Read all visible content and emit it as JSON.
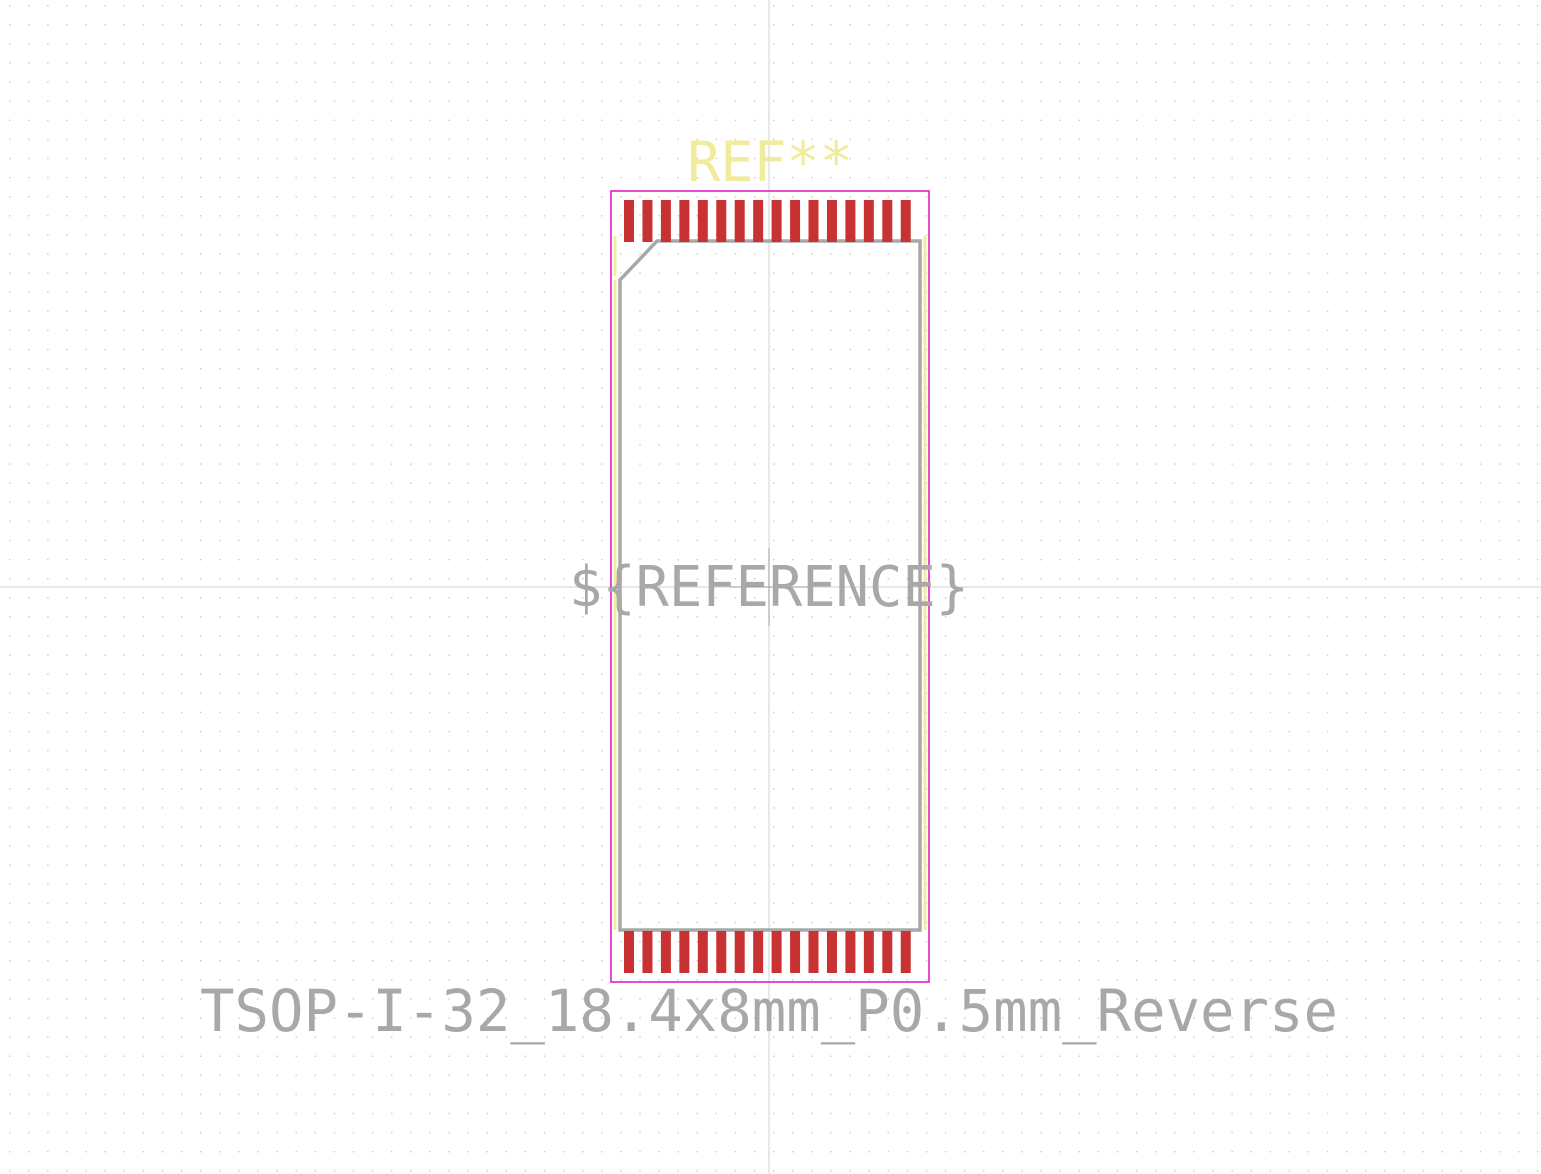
{
  "footprint": {
    "reference_text": "REF**",
    "value_text": "TSOP-I-32_18.4x8mm_P0.5mm_Reverse",
    "fab_reference_text": "${REFERENCE}",
    "pads_per_row": 16,
    "rows": [
      "top",
      "bottom"
    ]
  },
  "colors": {
    "background": "#ffffff",
    "grid_dot": "#c8c8c8",
    "axis_line": "#d2d2d2",
    "pad": "#c83232",
    "courtyard": "#e020c8",
    "silkscreen": "#f0ec9c",
    "fabrication": "#a8a8a8",
    "origin_marker": "#9a9a9a"
  },
  "icons": {
    "origin": "crosshair-icon"
  }
}
